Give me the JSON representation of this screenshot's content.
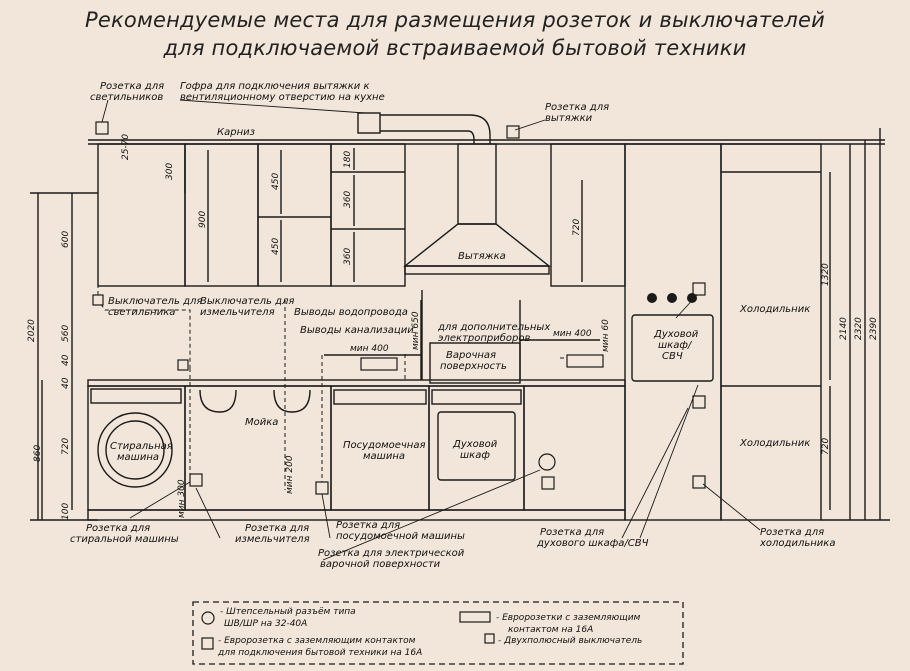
{
  "title": {
    "line1": "Рекомендуемые места для размещения розеток и выключателей",
    "line2": "для подключаемой встраиваемой бытовой техники"
  },
  "labels": {
    "lamp_socket": [
      "Розетка для",
      "светильников"
    ],
    "duct": [
      "Гофра для подключения вытяжки к",
      "вентиляционному отверстию на кухне"
    ],
    "hood_socket": [
      "Розетка для",
      "вытяжки"
    ],
    "cornice": "Карниз",
    "hood": "Вытяжка",
    "fridge_upper": "Холодильник",
    "fridge_lower": "Холодильник",
    "lamp_switch": [
      "Выключатель для",
      "светильника"
    ],
    "shredder_switch": [
      "Выключатель для",
      "измельчителя"
    ],
    "water_outlets": "Выводы водопровода",
    "sewer_outlets": "Выводы канализации",
    "extra_appliances": [
      "для дополнительных",
      "электроприборов"
    ],
    "hob": [
      "Варочная",
      "поверхность"
    ],
    "oven_mw": [
      "Духовой",
      "шкаф/",
      "СВЧ"
    ],
    "washer": [
      "Стиральная",
      "машина"
    ],
    "sink": "Мойка",
    "dishwasher": [
      "Посудомоечная",
      "машина"
    ],
    "oven": [
      "Духовой",
      "шкаф"
    ],
    "washer_socket": [
      "Розетка для",
      "стиральной машины"
    ],
    "shredder_socket": [
      "Розетка для",
      "измельчителя"
    ],
    "dishwasher_socket": [
      "Розетка для",
      "посудомоечной машины"
    ],
    "hob_socket": [
      "Розетка для электрической",
      "варочной поверхности"
    ],
    "oven_socket": [
      "Розетка для",
      "духового шкафа/СВЧ"
    ],
    "fridge_socket": [
      "Розетка для",
      "холодильника"
    ]
  },
  "dimensions": {
    "d25_70": "25-70",
    "d300": "300",
    "d900": "900",
    "d450a": "450",
    "d450b": "450",
    "d180": "180",
    "d360a": "360",
    "d360b": "360",
    "d720_upper": "720",
    "d600": "600",
    "d560": "560",
    "d40a": "40",
    "d40b": "40",
    "d2020": "2020",
    "d860": "860",
    "d720_left": "720",
    "d100": "100",
    "d650": "мин 650",
    "min400a": "мин 400",
    "min400b": "мин 400",
    "min60": "мин 60",
    "min200": "мин 200",
    "min300": "мин 300",
    "d1320": "1320",
    "d2140": "2140",
    "d2320": "2320",
    "d2390": "2390",
    "d720_right": "720"
  },
  "legend": {
    "plug": [
      "- Штепсельный разъём типа",
      "ШВ/ШР на 32-40А"
    ],
    "euro_single": [
      "- Евророзетка с заземляющим контактом",
      "для подключения бытовой техники на 16А"
    ],
    "euro_triple": [
      "- Евророзетки с заземляющим",
      "контактом на 16А"
    ],
    "switch": "- Двухполюсный выключатель"
  },
  "colors": {
    "background": "#f1e6d9",
    "ink": "#1a1a1a"
  }
}
